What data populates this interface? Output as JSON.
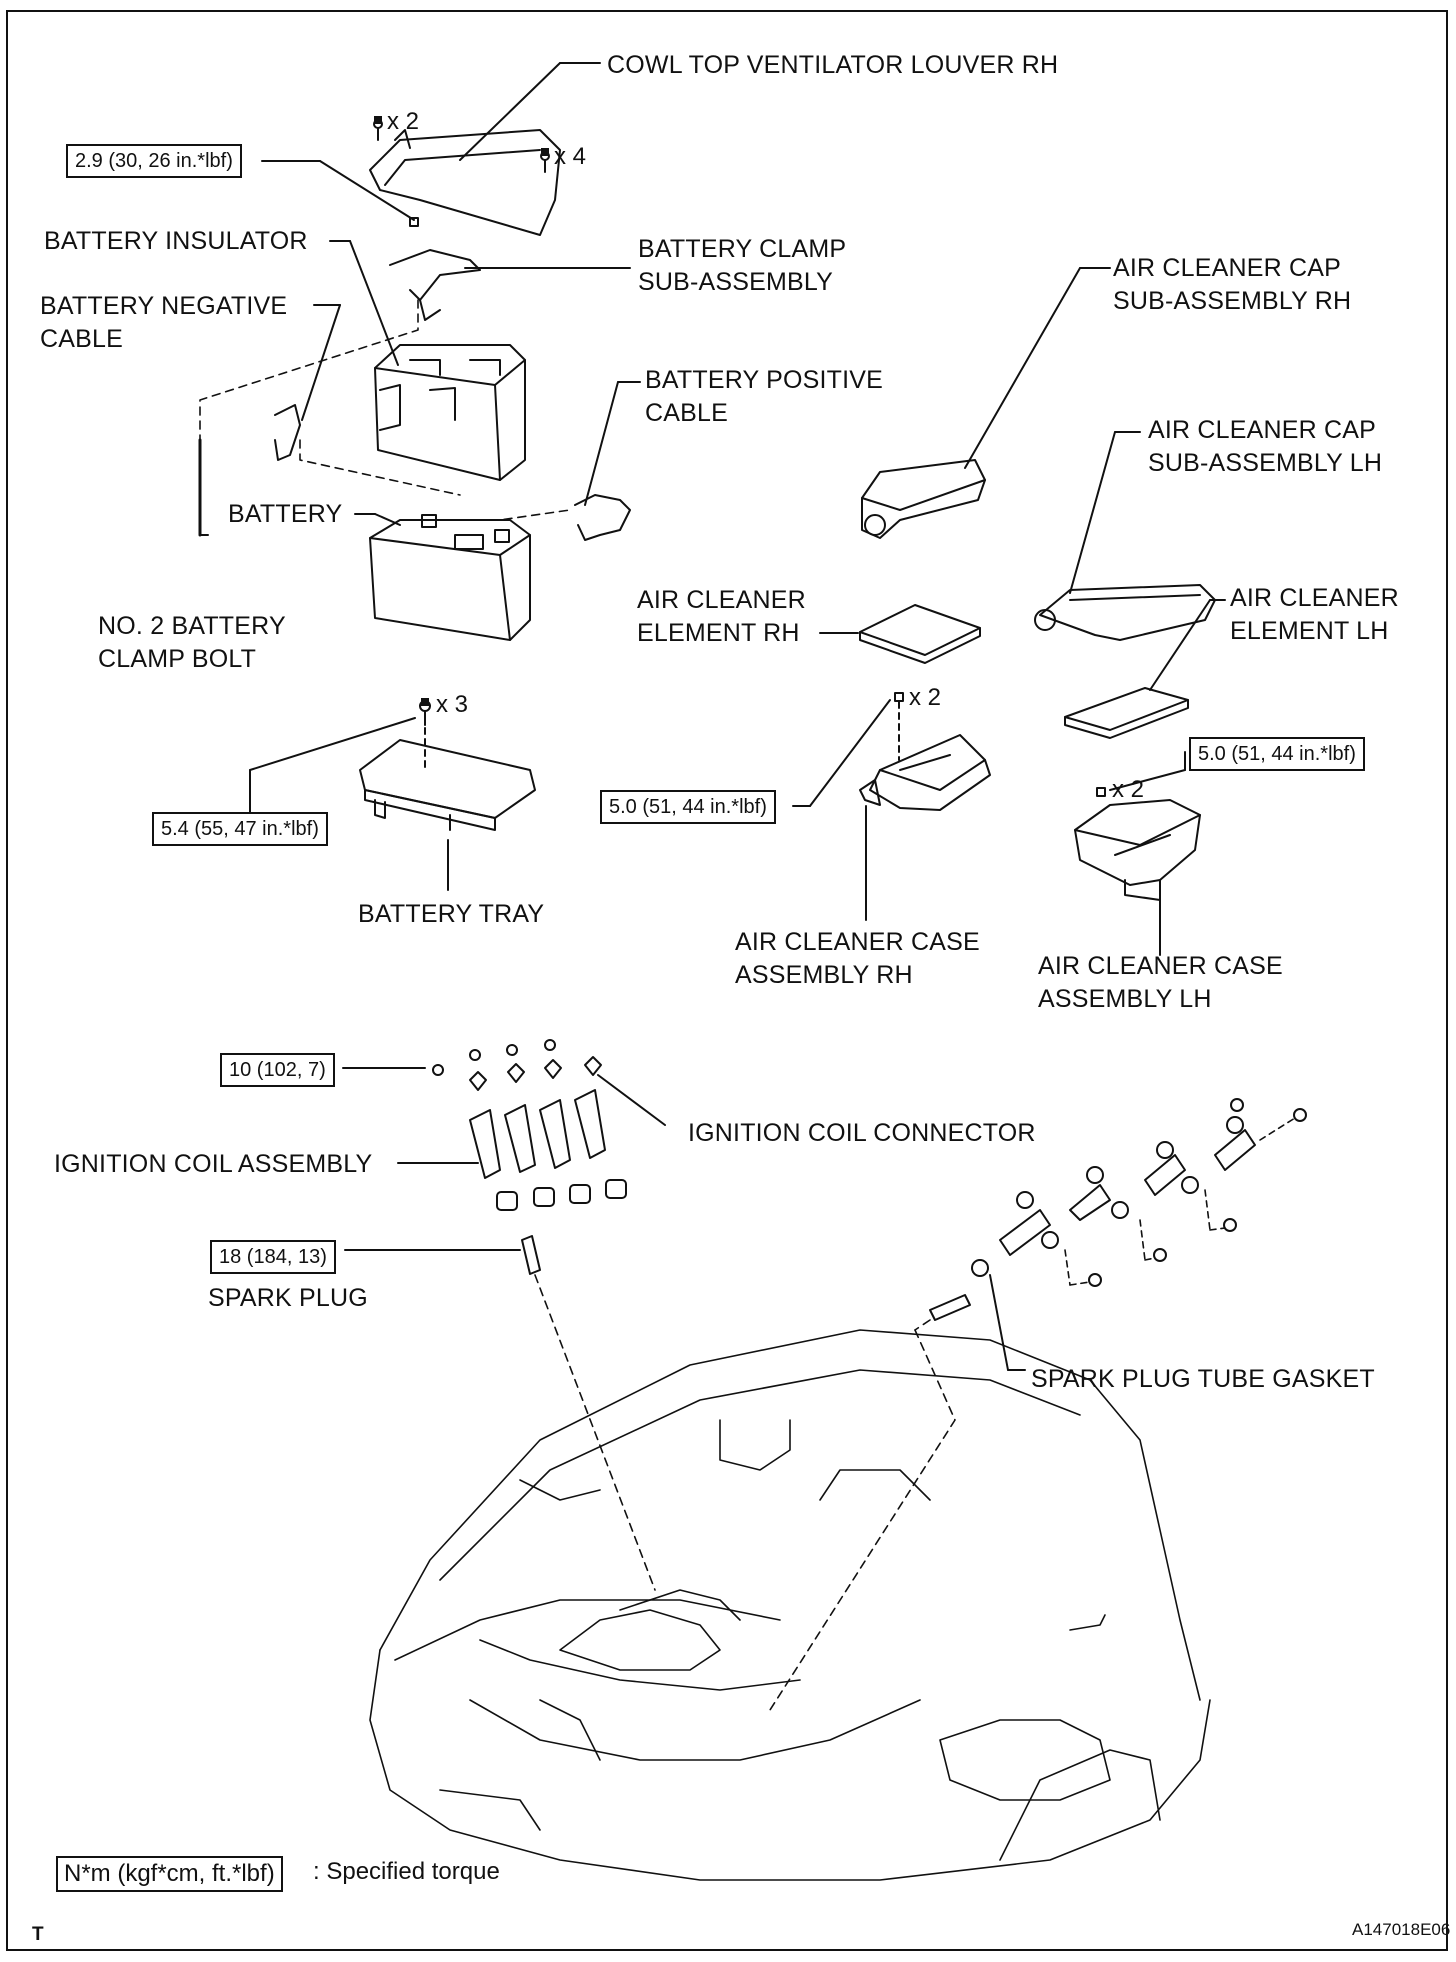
{
  "labels": {
    "cowl_top_louver": "COWL TOP VENTILATOR LOUVER RH",
    "battery_insulator": "BATTERY INSULATOR",
    "battery_clamp_l1": "BATTERY CLAMP",
    "battery_clamp_l2": "SUB-ASSEMBLY",
    "battery_negative_l1": "BATTERY NEGATIVE",
    "battery_negative_l2": "CABLE",
    "battery_positive_l1": "BATTERY POSITIVE",
    "battery_positive_l2": "CABLE",
    "battery": "BATTERY",
    "clamp_bolt_l1": "NO. 2 BATTERY",
    "clamp_bolt_l2": "CLAMP BOLT",
    "battery_tray": "BATTERY TRAY",
    "ac_cap_rh_l1": "AIR CLEANER CAP",
    "ac_cap_rh_l2": "SUB-ASSEMBLY RH",
    "ac_cap_lh_l1": "AIR CLEANER CAP",
    "ac_cap_lh_l2": "SUB-ASSEMBLY LH",
    "ac_elem_rh_l1": "AIR CLEANER",
    "ac_elem_rh_l2": "ELEMENT RH",
    "ac_elem_lh_l1": "AIR CLEANER",
    "ac_elem_lh_l2": "ELEMENT LH",
    "ac_case_rh_l1": "AIR CLEANER CASE",
    "ac_case_rh_l2": "ASSEMBLY RH",
    "ac_case_lh_l1": "AIR CLEANER CASE",
    "ac_case_lh_l2": "ASSEMBLY LH",
    "ign_coil_connector": "IGNITION COIL CONNECTOR",
    "ign_coil_assembly": "IGNITION COIL ASSEMBLY",
    "spark_plug": "SPARK PLUG",
    "spark_plug_gasket": "SPARK PLUG TUBE GASKET"
  },
  "quantities": {
    "cowl_bolts_left": "x 2",
    "cowl_bolts_right": "x 4",
    "tray_bolts": "x 3",
    "case_rh_bolts": "x 2",
    "case_lh_bolts": "x 2"
  },
  "torques": {
    "cowl": "2.9 (30, 26 in.*lbf)",
    "tray": "5.4 (55, 47 in.*lbf)",
    "case_rh": "5.0 (51, 44 in.*lbf)",
    "case_lh": "5.0 (51, 44 in.*lbf)",
    "coil": "10 (102, 7)",
    "spark_plug": "18 (184, 13)"
  },
  "legend": {
    "box": "N*m (kgf*cm, ft.*lbf)",
    "text": ": Specified torque"
  },
  "footer": {
    "corner_mark": "T",
    "figure_code": "A147018E06"
  }
}
